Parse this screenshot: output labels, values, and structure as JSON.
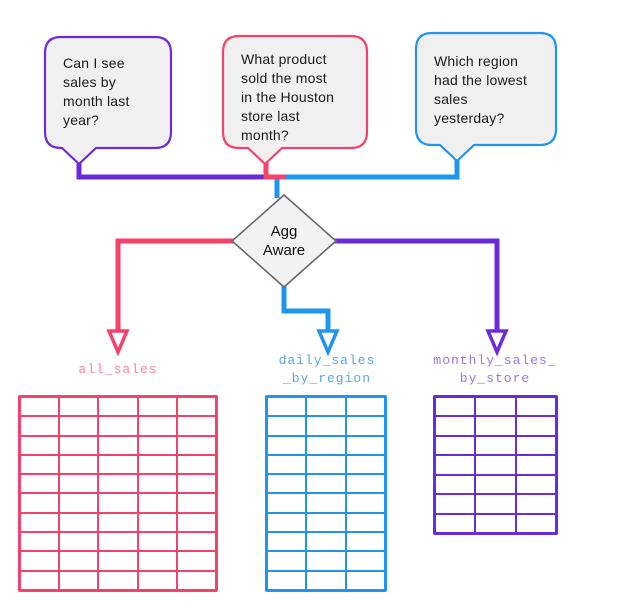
{
  "colors": {
    "purple": "#6C2BD9",
    "pink": "#F6426B",
    "blue": "#2095EE",
    "purple_label": "#9779E3",
    "pink_label": "#F8849F",
    "blue_label": "#58A8E8",
    "bubble_fill": "#F0F0F0",
    "bubble_text": "#1A1A1A",
    "diamond_fill": "#F2F2F2",
    "diamond_stroke": "#696969",
    "background": "#FFFFFF"
  },
  "questions": [
    {
      "text": "Can I see sales by month last year?",
      "lines": [
        "Can I see",
        "sales by",
        "month last",
        "year?"
      ]
    },
    {
      "text": "What product sold the most in the Houston store last month?",
      "lines": [
        "What product",
        "sold the most",
        "in the Houston",
        "store last",
        "month?"
      ]
    },
    {
      "text": "Which region had the lowest sales yesterday?",
      "lines": [
        "Which region",
        "had the lowest",
        "sales",
        "yesterday?"
      ]
    }
  ],
  "decision": {
    "label": "Agg Aware",
    "lines": [
      "Agg",
      "Aware"
    ]
  },
  "tables": [
    {
      "name": "all_sales",
      "label_lines": [
        "all_sales"
      ],
      "rows": 10,
      "cols": 5
    },
    {
      "name": "daily_sales_by_region",
      "label_lines": [
        "daily_sales",
        "_by_region"
      ],
      "rows": 10,
      "cols": 3
    },
    {
      "name": "monthly_sales_by_store",
      "label_lines": [
        "monthly_sales_",
        "by_store"
      ],
      "rows": 7,
      "cols": 3
    }
  ]
}
